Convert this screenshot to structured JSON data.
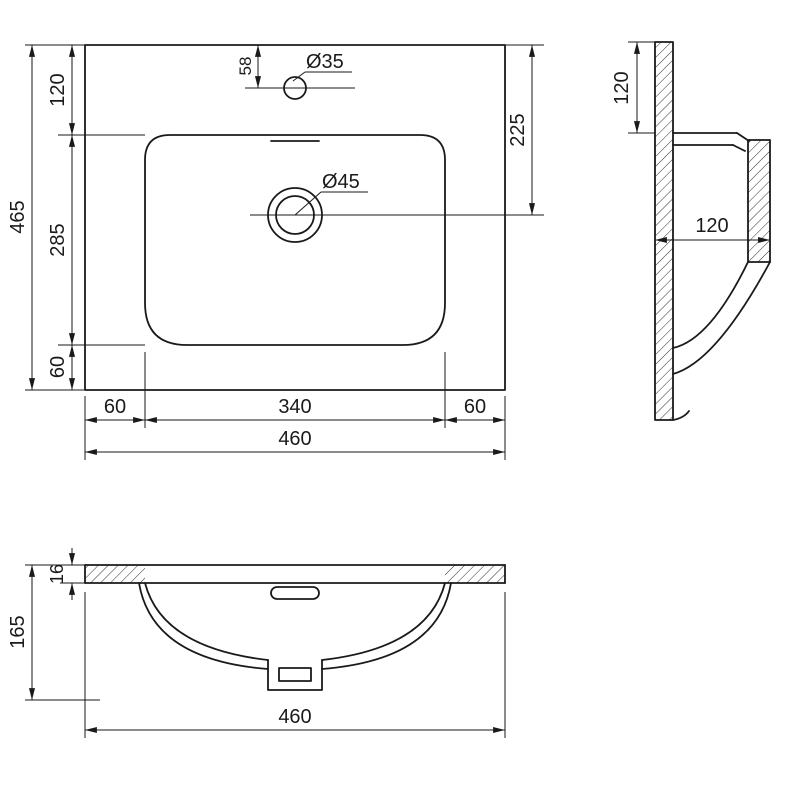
{
  "colors": {
    "line": "#1a1a1a",
    "background": "#ffffff"
  },
  "plan_view": {
    "overall_height": "465",
    "top_offset": "120",
    "basin_length": "285",
    "bottom_offset": "60",
    "faucet_offset": "58",
    "faucet_diameter": "Ø35",
    "drain_offset": "225",
    "drain_diameter": "Ø45",
    "left_margin": "60",
    "basin_width": "340",
    "right_margin": "60",
    "overall_width": "460"
  },
  "side_section": {
    "rim_height": "120",
    "rim_depth": "120"
  },
  "front_section": {
    "rim_thickness": "16",
    "overall_height": "165",
    "overall_width": "460"
  }
}
